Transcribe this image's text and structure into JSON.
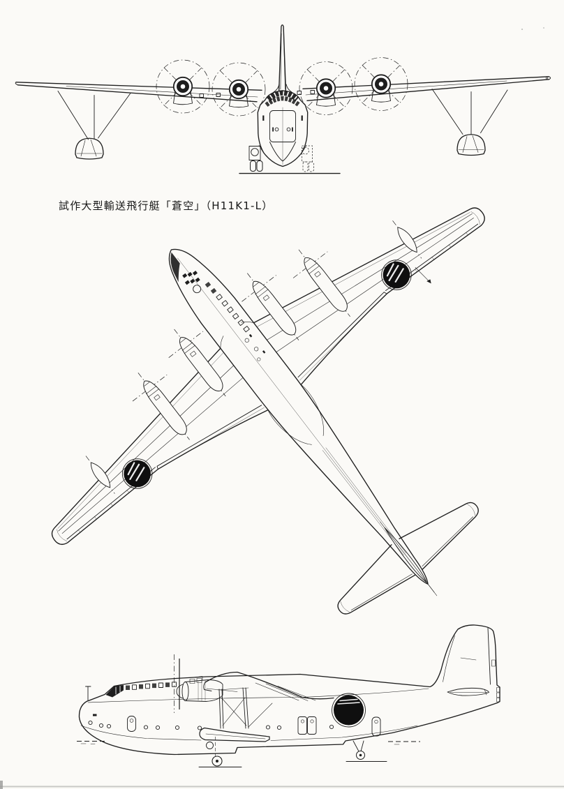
{
  "page": {
    "kind": "scanned three-view aircraft line drawing",
    "views": [
      "front-view",
      "plan-view",
      "side-view"
    ],
    "colors": {
      "ink": "#1e1e1e",
      "paper": "#fbfaf7",
      "roundel": "#0f0f0f"
    }
  },
  "caption": {
    "text": "試作大型輸送飛行艇「蒼空」（H11K1-L）"
  },
  "aircraft": {
    "name": "蒼空",
    "designation": "H11K1-L"
  }
}
